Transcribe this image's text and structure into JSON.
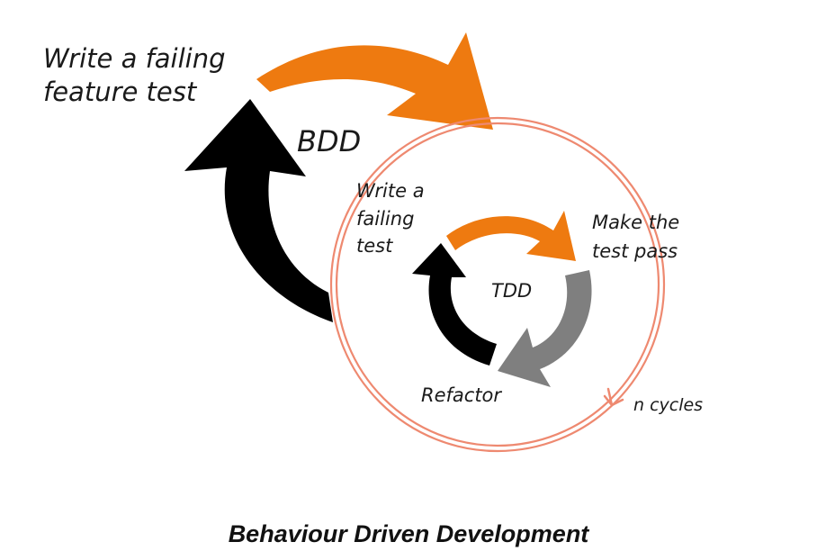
{
  "labels": {
    "bdd_write_line1": "Write a failing",
    "bdd_write_line2": "feature test",
    "bdd_center": "BDD",
    "tdd_write_line1": "Write a",
    "tdd_write_line2": "failing",
    "tdd_write_line3": "test",
    "tdd_make_line1": "Make the",
    "tdd_make_line2": "test pass",
    "tdd_center": "TDD",
    "refactor": "Refactor",
    "cycles": "n cycles"
  },
  "caption": "Behaviour Driven Development",
  "colors": {
    "orange": "#EE7A10",
    "black": "#000000",
    "gray": "#7F7F7F",
    "salmon": "#EE8970",
    "text": "#1a1a1a"
  }
}
